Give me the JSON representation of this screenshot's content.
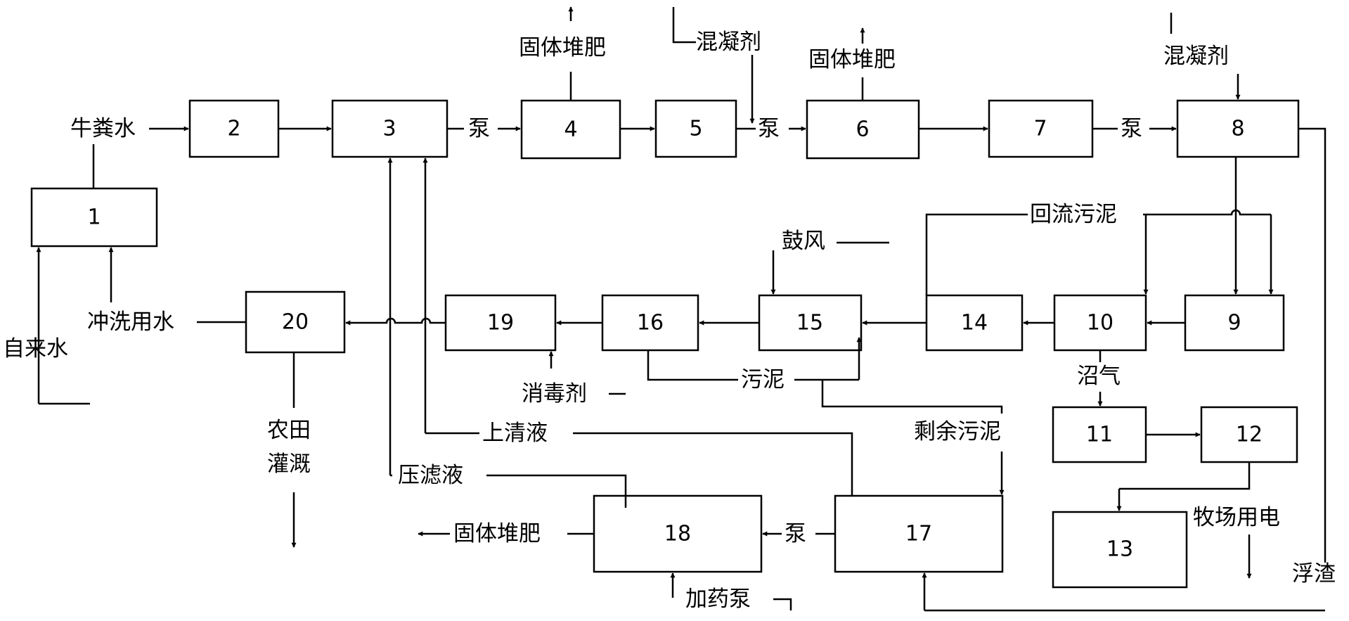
{
  "nodes": {
    "n1": "1",
    "n2": "2",
    "n3": "3",
    "n4": "4",
    "n5": "5",
    "n6": "6",
    "n7": "7",
    "n8": "8",
    "n9": "9",
    "n10": "10",
    "n11": "11",
    "n12": "12",
    "n13": "13",
    "n14": "14",
    "n15": "15",
    "n16": "16",
    "n17": "17",
    "n18": "18",
    "n19": "19",
    "n20": "20"
  },
  "labels": {
    "manure_water": "牛粪水",
    "tap_water": "自来水",
    "flush_water": "冲洗用水",
    "pump_3_4": "泵",
    "solid_compost_4": "固体堆肥",
    "coagulant_5": "混凝剂",
    "pump_5_6": "泵",
    "solid_compost_6": "固体堆肥",
    "pump_7_8": "泵",
    "coagulant_8": "混凝剂",
    "return_sludge": "回流污泥",
    "aeration": "鼓风",
    "biogas": "沼气",
    "sludge": "污泥",
    "excess_sludge": "剩余污泥",
    "disinfectant": "消毒剂",
    "supernatant": "上清液",
    "filtrate": "压滤液",
    "farmland": "农田",
    "irrigation": "灌溉",
    "solid_compost_18": "固体堆肥",
    "pump_17_18": "泵",
    "dosing_pump": "加药泵",
    "farm_power": "牧场用电",
    "scum": "浮渣"
  }
}
